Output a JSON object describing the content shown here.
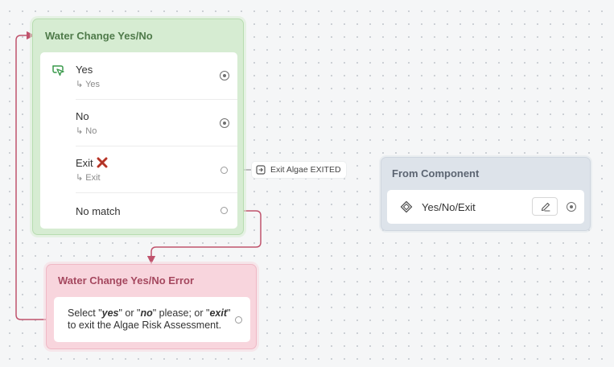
{
  "water_change_node": {
    "title": "Water Change Yes/No",
    "rows": [
      {
        "label": "Yes",
        "sub": "↳ Yes",
        "icon": "cursor-click-icon"
      },
      {
        "label": "No",
        "sub": "↳ No"
      },
      {
        "label": "Exit",
        "sub": "↳ Exit",
        "badge_icon": "red-x-icon"
      },
      {
        "label": "No match"
      }
    ],
    "exit_link_label": "Exit Algae EXITED"
  },
  "from_component_node": {
    "title": "From Component",
    "item_label": "Yes/No/Exit",
    "item_icon": "component-icon",
    "edit_icon": "pencil-icon"
  },
  "error_node": {
    "title": "Water Change Yes/No Error",
    "message": {
      "part1": "Select \"",
      "yes": "yes",
      "part2": "\" or \"",
      "no": "no",
      "part3": "\" please; or \"",
      "exit": "exit",
      "part4": "\" to exit the Algae Risk Assessment."
    }
  },
  "colors": {
    "green_node_bg": "#d6ecd2",
    "green_title": "#4f7a4a",
    "gray_node_bg": "#dde3ea",
    "pink_node_bg": "#f8d5dd",
    "pink_title": "#a5485f",
    "connector": "#c0536d",
    "exit_x": "#c0392b"
  }
}
